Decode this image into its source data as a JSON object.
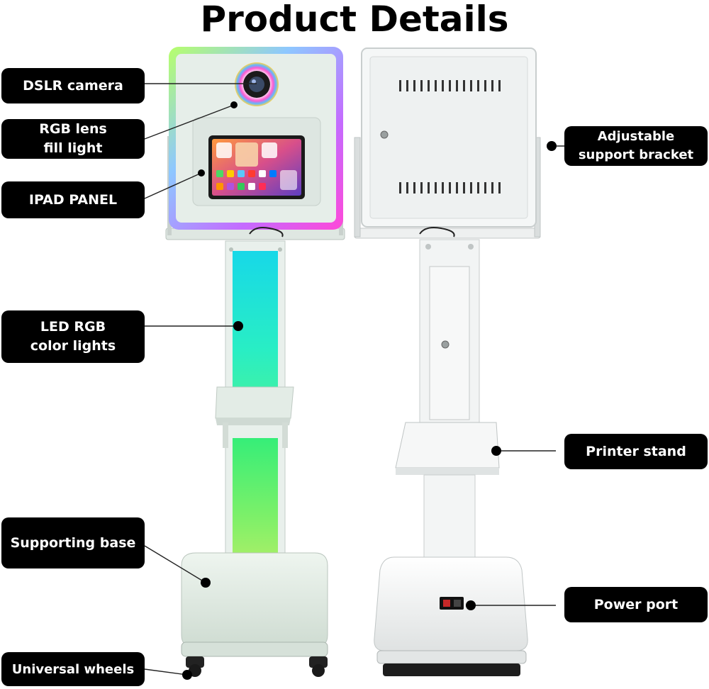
{
  "title": "Product Details",
  "callouts": {
    "dslr_camera": "DSLR camera",
    "rgb_lens": "RGB lens\nfill light",
    "ipad_panel": "IPAD PANEL",
    "led_rgb": "LED RGB\ncolor lights",
    "supporting_base": "Supporting base",
    "universal_wheels": "Universal wheels",
    "adjustable_bracket": "Adjustable\nsupport bracket",
    "printer_stand": "Printer stand",
    "power_port": "Power port"
  },
  "colors": {
    "label_background": "#000000",
    "label_text": "#ffffff",
    "led_cyan": "#22e4ea",
    "led_green": "#5af07a",
    "frame_pink": "#ff4fd8",
    "frame_purple": "#b46cff",
    "body_white": "#f3f6f5",
    "body_green_tint": "#e3efe6"
  },
  "icons": [
    "camera-lens-icon",
    "ipad-icon",
    "lock-icon",
    "wheel-icon",
    "power-switch-icon"
  ]
}
